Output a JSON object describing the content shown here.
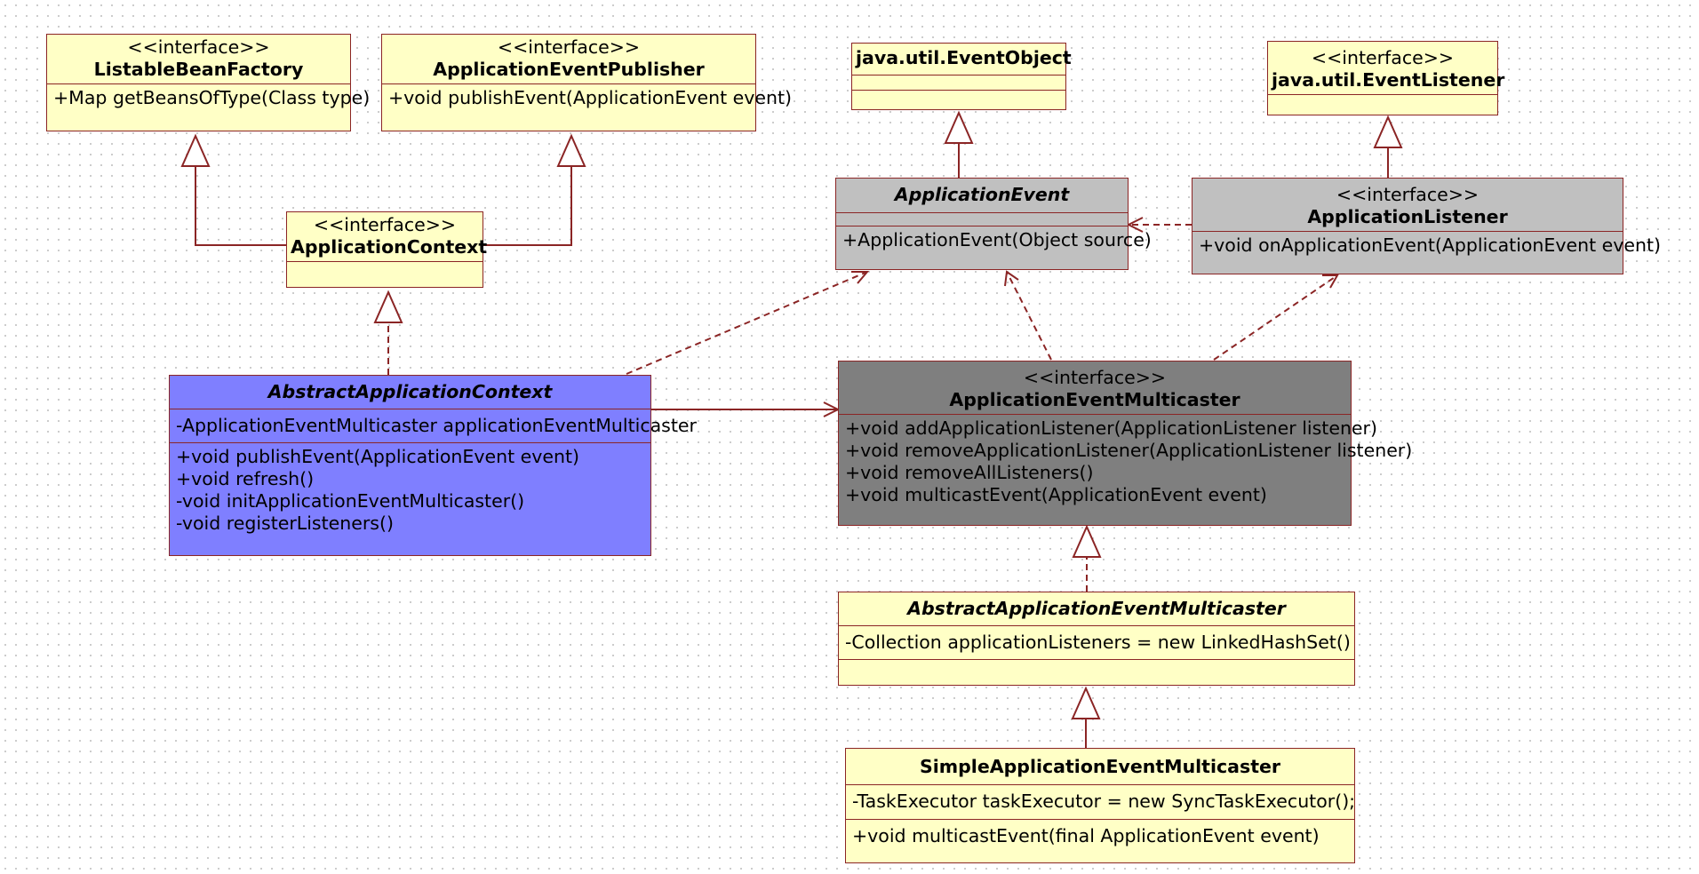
{
  "diagram": {
    "classes": {
      "listable_bean_factory": {
        "stereotype": "<<interface>>",
        "name": "ListableBeanFactory",
        "operations": [
          "+Map getBeansOfType(Class type)"
        ]
      },
      "application_event_publisher": {
        "stereotype": "<<interface>>",
        "name": "ApplicationEventPublisher",
        "operations": [
          "+void publishEvent(ApplicationEvent event)"
        ]
      },
      "event_object": {
        "name": "java.util.EventObject"
      },
      "event_listener": {
        "stereotype": "<<interface>>",
        "name": "java.util.EventListener"
      },
      "application_context": {
        "stereotype": "<<interface>>",
        "name": "ApplicationContext"
      },
      "application_event": {
        "name": "ApplicationEvent",
        "operations": [
          "+ApplicationEvent(Object source)"
        ]
      },
      "application_listener": {
        "stereotype": "<<interface>>",
        "name": "ApplicationListener",
        "operations": [
          "+void onApplicationEvent(ApplicationEvent event)"
        ]
      },
      "abstract_application_context": {
        "name": "AbstractApplicationContext",
        "attributes": [
          "-ApplicationEventMulticaster applicationEventMulticaster"
        ],
        "operations": [
          "+void publishEvent(ApplicationEvent event)",
          "+void refresh()",
          "-void initApplicationEventMulticaster()",
          "-void registerListeners()"
        ]
      },
      "application_event_multicaster": {
        "stereotype": "<<interface>>",
        "name": "ApplicationEventMulticaster",
        "operations": [
          "+void addApplicationListener(ApplicationListener listener)",
          "+void removeApplicationListener(ApplicationListener listener)",
          "+void removeAllListeners()",
          "+void multicastEvent(ApplicationEvent event)"
        ]
      },
      "abstract_application_event_multicaster": {
        "name": "AbstractApplicationEventMulticaster",
        "attributes": [
          "-Collection applicationListeners = new LinkedHashSet()"
        ]
      },
      "simple_application_event_multicaster": {
        "name": "SimpleApplicationEventMulticaster",
        "attributes": [
          "-TaskExecutor taskExecutor = new SyncTaskExecutor();"
        ],
        "operations": [
          "+void multicastEvent(final ApplicationEvent event)"
        ]
      }
    },
    "colors": {
      "border": "#8b2525",
      "interface_fill": "#ffffc6",
      "event_fill": "#c0c0c0",
      "multicaster_fill": "#7f7f7f",
      "context_fill": "#7f7fff"
    }
  }
}
